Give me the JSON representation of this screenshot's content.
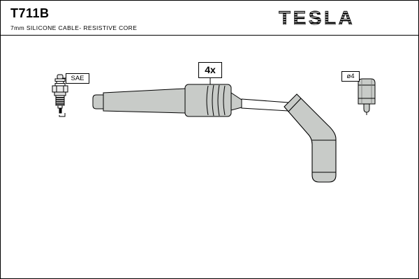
{
  "header": {
    "part_number": "T711B",
    "subtitle": "7mm SILICONE CABLE- RESISTIVE CORE",
    "brand": "TESLA"
  },
  "callouts": {
    "sae": "SAE",
    "quantity": "4x",
    "diameter": "ø4"
  },
  "colors": {
    "outline": "#000000",
    "boot_fill": "#c8cbc8",
    "background": "#ffffff"
  }
}
